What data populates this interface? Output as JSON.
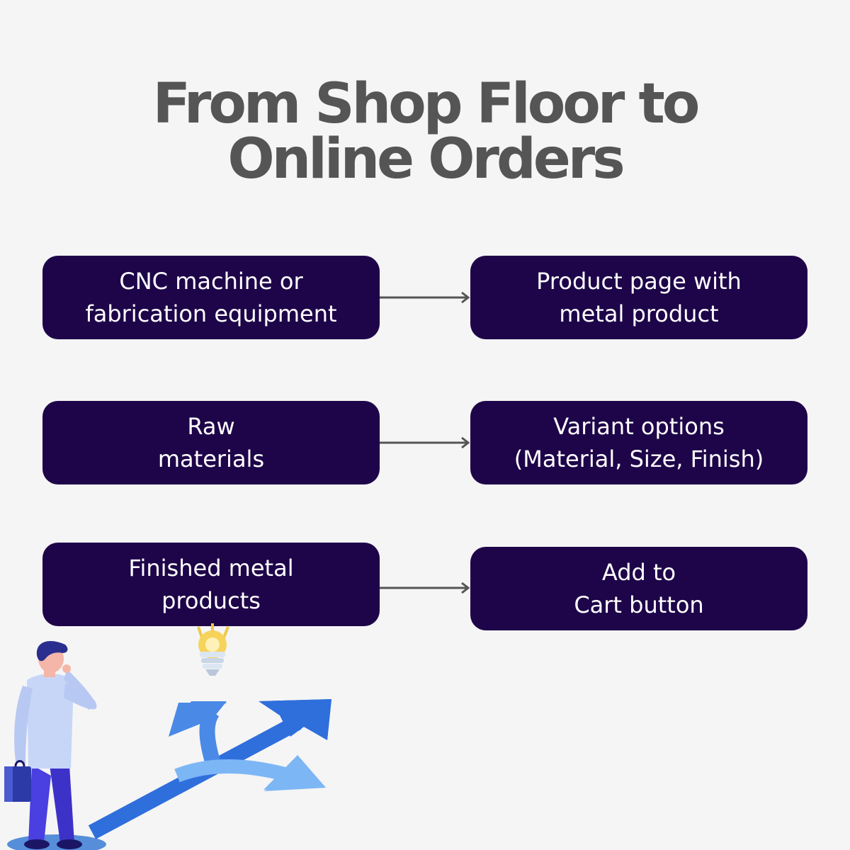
{
  "title": {
    "line1": "From Shop Floor to",
    "line2": "Online Orders"
  },
  "rows": [
    {
      "left": {
        "line1": "CNC machine or",
        "line2": "fabrication equipment"
      },
      "right": {
        "line1": "Product page with",
        "line2": "metal product"
      }
    },
    {
      "left": {
        "line1": "Raw",
        "line2": "materials"
      },
      "right": {
        "line1": "Variant options",
        "line2": "(Material, Size, Finish)"
      }
    },
    {
      "left": {
        "line1": "Finished metal",
        "line2": "products"
      },
      "right": {
        "line1": "Add to",
        "line2": "Cart button"
      }
    }
  ],
  "colors": {
    "background": "#f5f5f5",
    "title": "#555555",
    "box": "#1e0549",
    "box_text": "#ffffff",
    "arrow": "#555555"
  },
  "illustration": {
    "icons": [
      "person-thinking-icon",
      "lightbulb-icon",
      "diverging-arrows-icon",
      "briefcase-icon"
    ]
  }
}
